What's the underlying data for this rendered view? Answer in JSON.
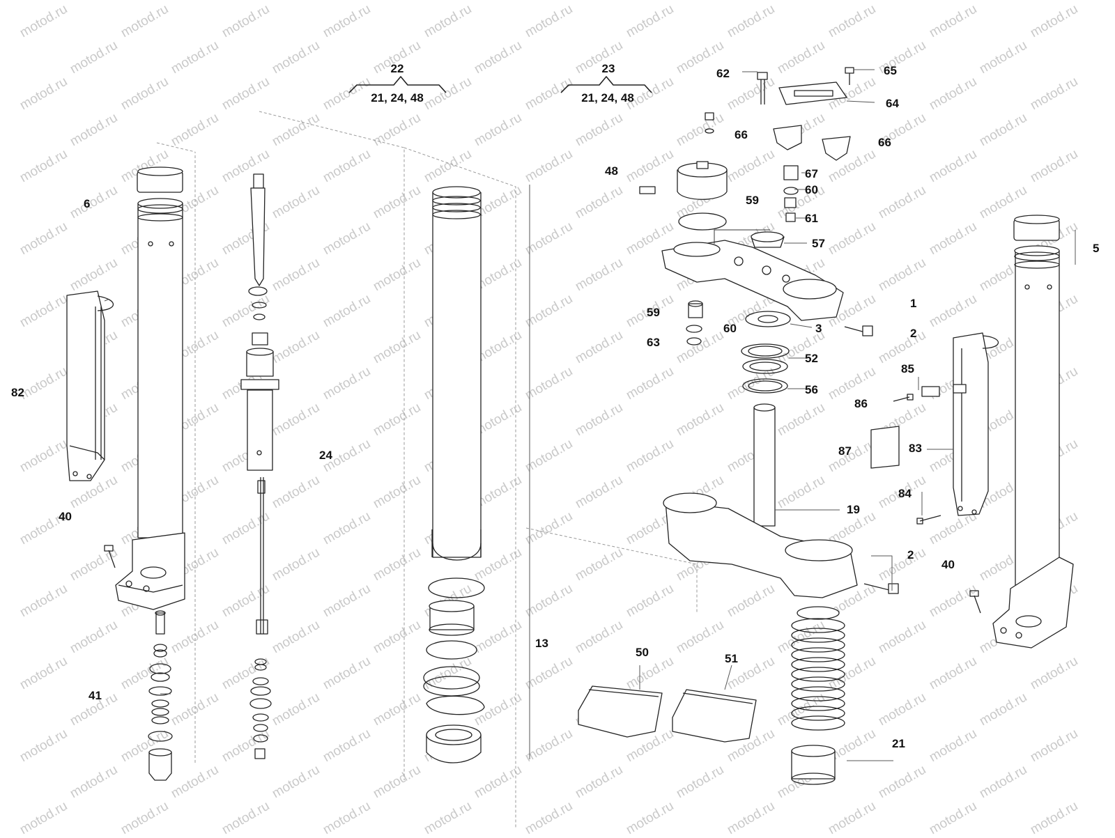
{
  "watermark": "motod.ru",
  "group_headers": [
    {
      "id": "g22",
      "top": "22",
      "bottom": "21, 24, 48"
    },
    {
      "id": "g23",
      "top": "23",
      "bottom": "21, 24, 48"
    }
  ],
  "callouts": [
    {
      "id": "c6",
      "text": "6"
    },
    {
      "id": "c82",
      "text": "82"
    },
    {
      "id": "c40a",
      "text": "40"
    },
    {
      "id": "c41",
      "text": "41"
    },
    {
      "id": "c24",
      "text": "24"
    },
    {
      "id": "c13",
      "text": "13"
    },
    {
      "id": "c48",
      "text": "48"
    },
    {
      "id": "c62",
      "text": "62"
    },
    {
      "id": "c65",
      "text": "65"
    },
    {
      "id": "c64",
      "text": "64"
    },
    {
      "id": "c66a",
      "text": "66"
    },
    {
      "id": "c66b",
      "text": "66"
    },
    {
      "id": "c67",
      "text": "67"
    },
    {
      "id": "c60a",
      "text": "60"
    },
    {
      "id": "c59a",
      "text": "59"
    },
    {
      "id": "c61",
      "text": "61"
    },
    {
      "id": "c57",
      "text": "57"
    },
    {
      "id": "c5",
      "text": "5"
    },
    {
      "id": "c1",
      "text": "1"
    },
    {
      "id": "c2a",
      "text": "2"
    },
    {
      "id": "c59b",
      "text": "59"
    },
    {
      "id": "c60b",
      "text": "60"
    },
    {
      "id": "c63",
      "text": "63"
    },
    {
      "id": "c3",
      "text": "3"
    },
    {
      "id": "c52",
      "text": "52"
    },
    {
      "id": "c56",
      "text": "56"
    },
    {
      "id": "c85",
      "text": "85"
    },
    {
      "id": "c86",
      "text": "86"
    },
    {
      "id": "c87",
      "text": "87"
    },
    {
      "id": "c83",
      "text": "83"
    },
    {
      "id": "c84",
      "text": "84"
    },
    {
      "id": "c19",
      "text": "19"
    },
    {
      "id": "c2b",
      "text": "2"
    },
    {
      "id": "c40b",
      "text": "40"
    },
    {
      "id": "c50",
      "text": "50"
    },
    {
      "id": "c51",
      "text": "51"
    },
    {
      "id": "c21",
      "text": "21"
    }
  ]
}
